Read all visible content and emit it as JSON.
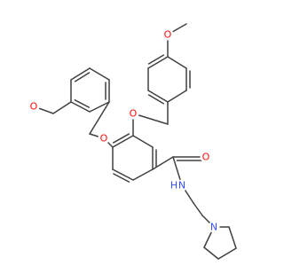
{
  "structure": {
    "atom_labels": [
      {
        "id": "o-methoxy-top",
        "text": "O",
        "color": "#ff0d0d"
      },
      {
        "id": "o-ether-upper",
        "text": "O",
        "color": "#ff0d0d"
      },
      {
        "id": "o-methoxy-left",
        "text": "O",
        "color": "#ff0d0d"
      },
      {
        "id": "o-ether-lower",
        "text": "O",
        "color": "#ff0d0d"
      },
      {
        "id": "o-carbonyl",
        "text": "O",
        "color": "#ff0d0d"
      },
      {
        "id": "n-amide",
        "text": "N",
        "color": "#3050f8"
      },
      {
        "id": "h-amide",
        "text": "H",
        "color": "#3050f8"
      },
      {
        "id": "n-pyrrolidine",
        "text": "N",
        "color": "#3050f8"
      }
    ],
    "bond_color": "#404040"
  }
}
